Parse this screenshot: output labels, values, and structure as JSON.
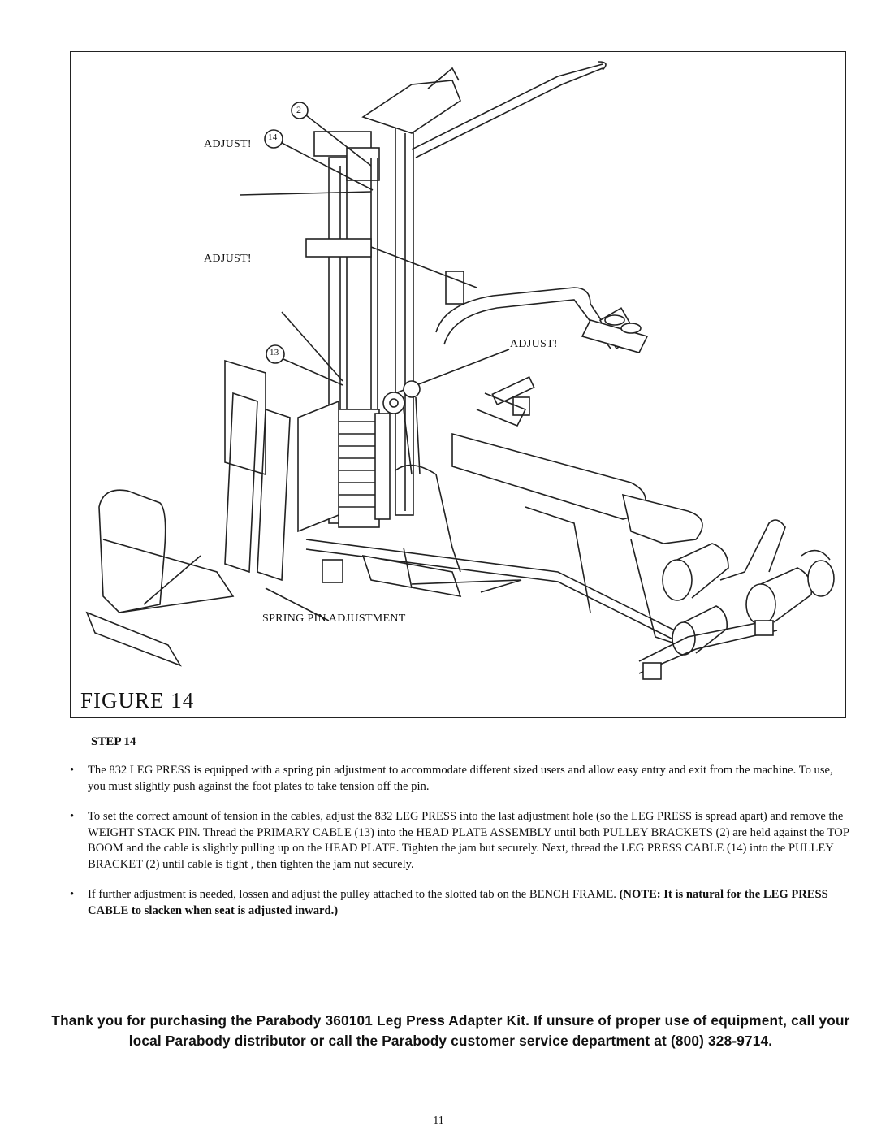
{
  "figure": {
    "title": "FIGURE 14",
    "callout_numbers": [
      "2",
      "14",
      "13"
    ],
    "adjust_label_1": "ADJUST!",
    "adjust_label_2": "ADJUST!",
    "adjust_label_3": "ADJUST!",
    "spring_pin_label": "SPRING PIN ADJUSTMENT"
  },
  "step": {
    "heading": "STEP 14",
    "bullets": [
      {
        "text": "The 832 LEG PRESS is equipped with a spring pin adjustment to accommodate different sized users and allow easy entry and exit from the machine. To use, you must slightly push against the foot plates to take tension off the pin.",
        "bold": ""
      },
      {
        "text": "To set the correct amount of tension in the cables, adjust the 832 LEG PRESS into the last adjustment hole (so the LEG PRESS is spread apart) and remove the WEIGHT STACK PIN. Thread the PRIMARY CABLE (13) into the HEAD PLATE ASSEMBLY until both PULLEY BRACKETS (2) are held against the TOP BOOM and the cable is slightly pulling up on the HEAD PLATE. Tighten the jam but securely. Next, thread the LEG PRESS CABLE (14) into the PULLEY BRACKET (2) until cable is tight , then tighten the jam nut securely.",
        "bold": ""
      },
      {
        "text": "If further adjustment is needed, lossen and adjust the pulley attached to the slotted tab on the BENCH FRAME. ",
        "bold": "(NOTE: It is natural for the LEG PRESS CABLE to slacken when seat is adjusted inward.)"
      }
    ]
  },
  "bullet_symbol": "•",
  "thanks_text": "Thank you for purchasing the Parabody 360101 Leg Press Adapter Kit. If unsure of proper use of equipment, call your local Parabody distributor or call the Parabody customer service department at (800) 328-9714.",
  "page_number": "11"
}
